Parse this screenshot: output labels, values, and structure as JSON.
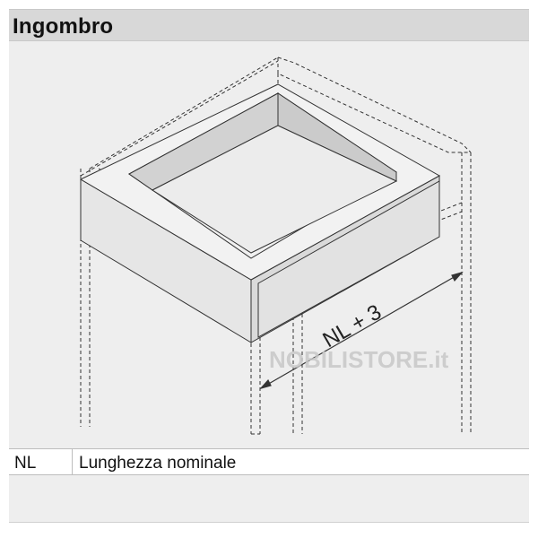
{
  "header": {
    "title": "Ingombro"
  },
  "drawing": {
    "dimension_label": "NL + 3",
    "watermark": "NOBILISTORE.it",
    "colors": {
      "panel_bg": "#eeeeee",
      "line": "#333333",
      "drawer_front": "#e6e6e6",
      "drawer_side": "#dadada",
      "drawer_floor": "#ececec",
      "inner_wall": "#d2d2d2",
      "watermark": "#c8c8c8"
    }
  },
  "legend": [
    {
      "abbr": "NL",
      "description": "Lunghezza nominale"
    }
  ]
}
